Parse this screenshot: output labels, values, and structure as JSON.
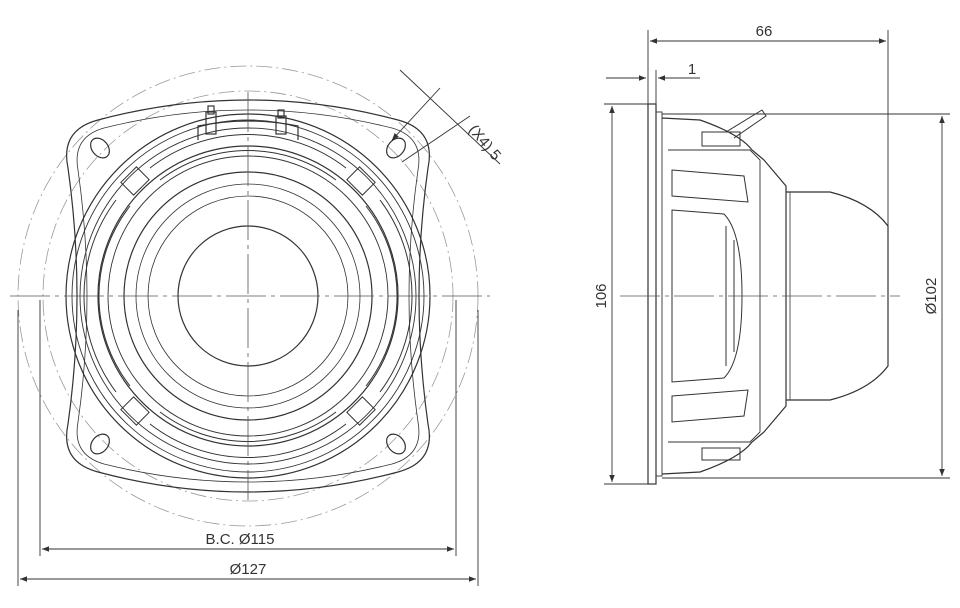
{
  "dimensions": {
    "mount_hole": "(X4) 5",
    "bolt_circle": "B.C. Ø115",
    "frame_width": "Ø127",
    "depth": "66",
    "flange_thickness": "1",
    "frame_height": "106",
    "basket_diameter": "Ø102"
  },
  "colors": {
    "line": "#333333",
    "centerline": "#888888",
    "background": "#ffffff"
  }
}
